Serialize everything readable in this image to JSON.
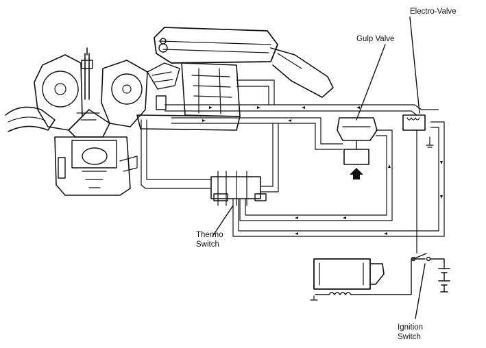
{
  "labels": {
    "electro_valve": "Electro-Valve",
    "gulp_valve": "Gulp Valve",
    "thermo_switch_line1": "Thermo",
    "thermo_switch_line2": "Switch",
    "ignition_switch_line1": "Ignition",
    "ignition_switch_line2": "Switch"
  }
}
